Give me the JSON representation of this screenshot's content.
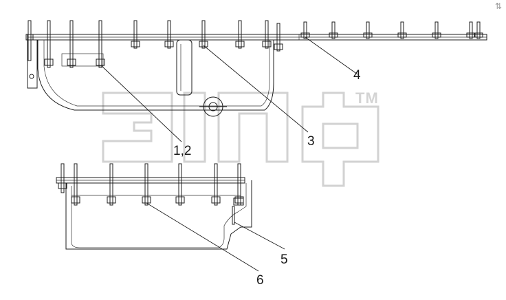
{
  "callouts": {
    "c12": "1,2",
    "c3": "3",
    "c4": "4",
    "c5": "5",
    "c6": "6"
  },
  "watermark": {
    "trademark": "TM"
  },
  "nav_icon": "expand-arrows-icon"
}
